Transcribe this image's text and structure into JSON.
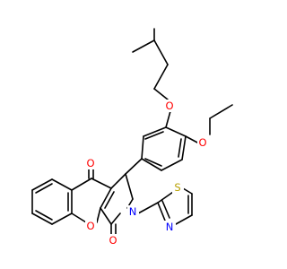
{
  "colors": {
    "carbon": "#000000",
    "oxygen": "#ff0000",
    "nitrogen": "#0000ff",
    "sulfur": "#b8a000",
    "background": "#ffffff"
  },
  "atoms": {
    "O_ether_top": "O",
    "O_ether_ethoxy": "O",
    "O_carbonyl_upper": "O",
    "O_carbonyl_lower": "O",
    "O_pyran": "O",
    "N_pyrrole": "N",
    "N_thiazole": "N",
    "S_thiazole": "S"
  }
}
